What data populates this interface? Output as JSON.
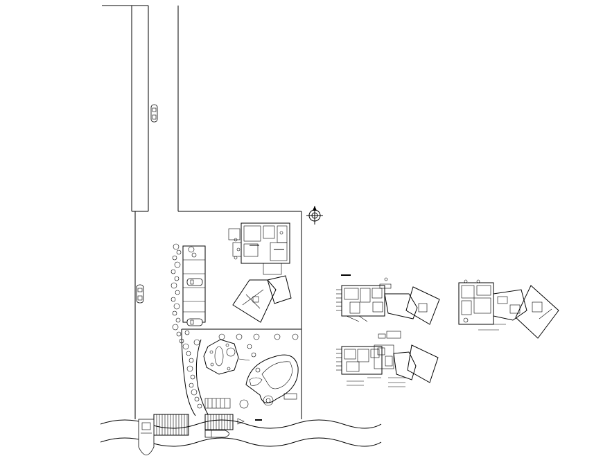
{
  "drawing": {
    "subject": "",
    "labels": []
  },
  "colors": {
    "line": "#000000",
    "background": "#ffffff"
  },
  "icons": {
    "north_symbol": "compass-crosshair",
    "car": "car-top-view",
    "boat": "boat-top-view",
    "tree": "tree-circle"
  }
}
